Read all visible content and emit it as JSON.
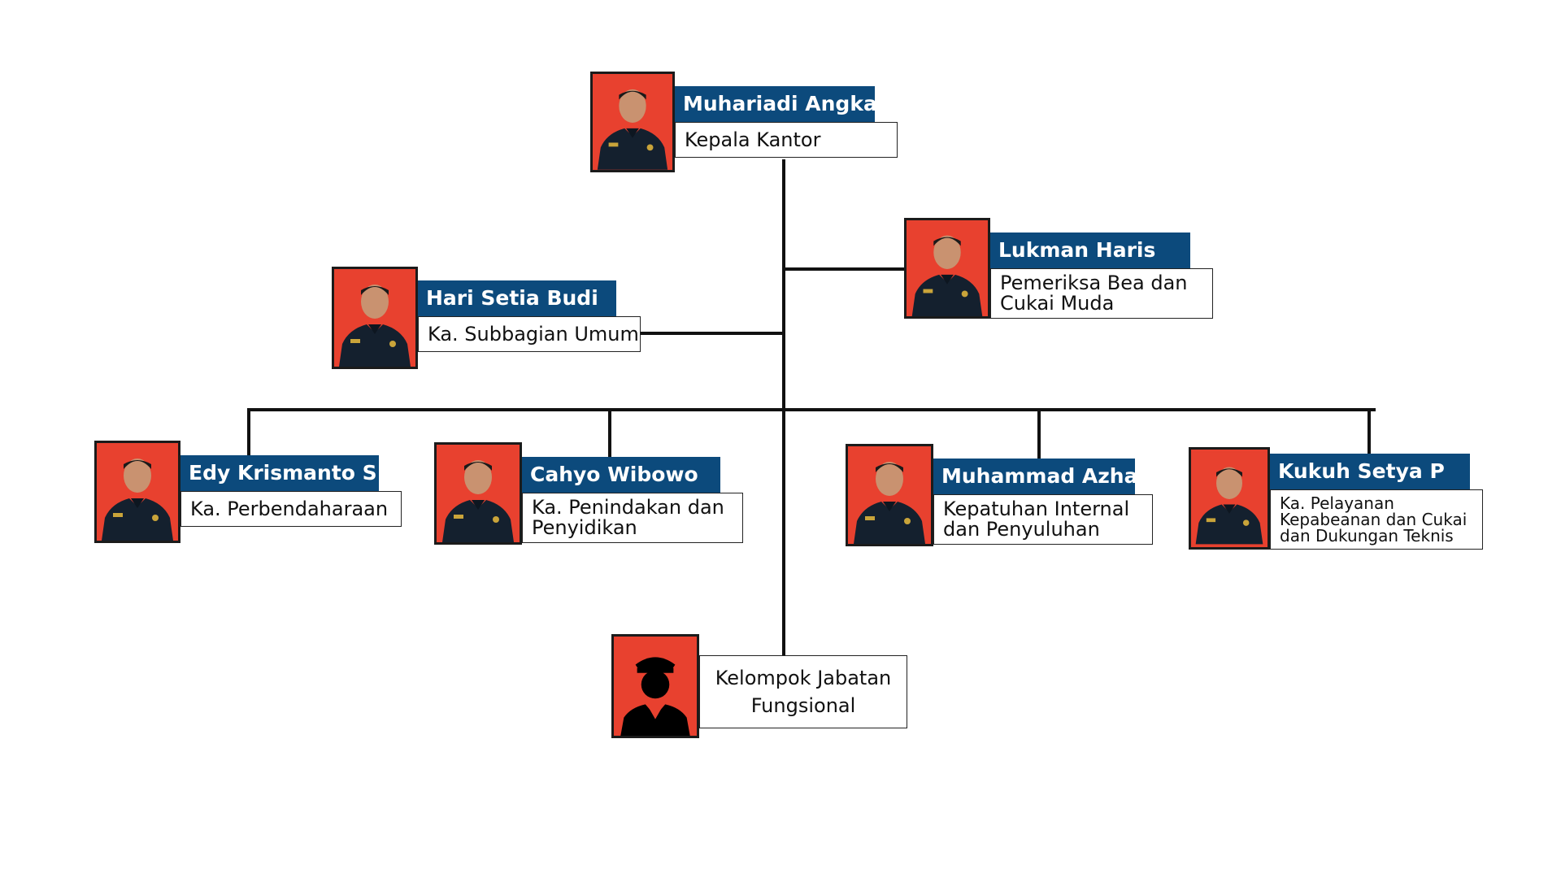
{
  "colors": {
    "accent": "#e8412f",
    "name_bar": "#0c4a7c",
    "line": "#111111"
  },
  "members": [
    {
      "id": "kepala-kantor",
      "name": "Muhariadi Angkat",
      "title": "Kepala Kantor",
      "icon": "person-photo"
    },
    {
      "id": "pemeriksa",
      "name": "Lukman Haris",
      "title": "Pemeriksa Bea dan\nCukai Muda",
      "icon": "person-photo"
    },
    {
      "id": "subbagian-umum",
      "name": "Hari Setia Budi",
      "title": "Ka. Subbagian Umum",
      "icon": "person-photo"
    },
    {
      "id": "perbendaharaan",
      "name": "Edy Krismanto S.",
      "title": "Ka. Perbendaharaan",
      "icon": "person-photo"
    },
    {
      "id": "penindakan",
      "name": "Cahyo Wibowo",
      "title": "Ka. Penindakan dan\nPenyidikan",
      "icon": "person-photo"
    },
    {
      "id": "kepatuhan",
      "name": "Muhammad Azhar",
      "title": "Kepatuhan Internal\ndan Penyuluhan",
      "icon": "person-photo"
    },
    {
      "id": "pelayanan",
      "name": "Kukuh Setya P",
      "title": "Ka. Pelayanan\nKepabeanan dan Cukai\ndan Dukungan Teknis",
      "icon": "person-photo"
    }
  ],
  "functional_group": {
    "title": "Kelompok Jabatan\nFungsional",
    "icon": "officer-silhouette-icon"
  }
}
